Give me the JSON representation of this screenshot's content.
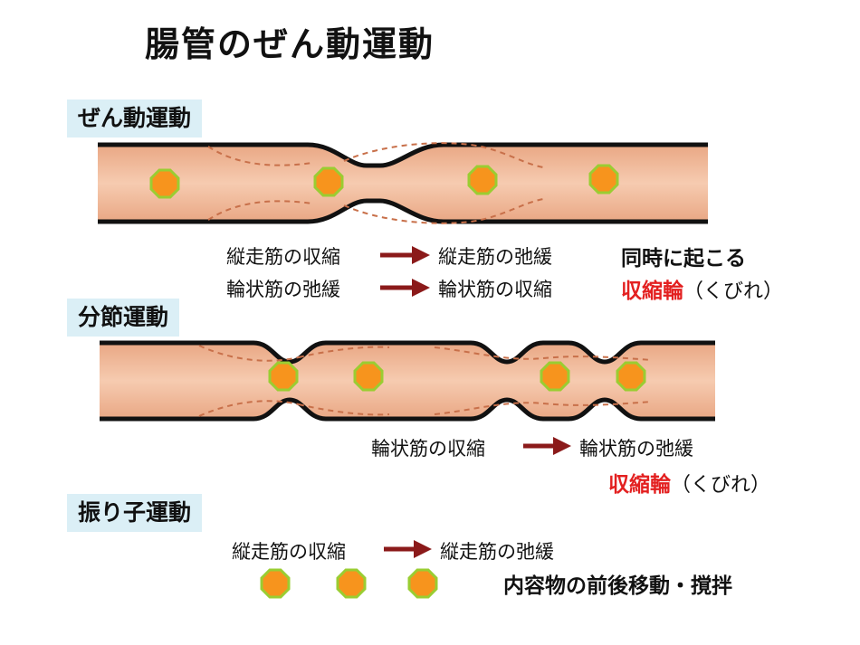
{
  "title": "腸管のぜん動運動",
  "sections": {
    "peristalsis": {
      "label": "ぜん動運動",
      "row1_from": "縦走筋の収縮",
      "row1_to": "縦走筋の弛緩",
      "row2_from": "輪状筋の弛緩",
      "row2_to": "輪状筋の収縮",
      "simultaneous": "同時に起こる",
      "ring": "収縮輪",
      "ring_note": "（くびれ）"
    },
    "segmentation": {
      "label": "分節運動",
      "row_from": "輪状筋の収縮",
      "row_to": "輪状筋の弛緩",
      "ring": "収縮輪",
      "ring_note": "（くびれ）"
    },
    "pendular": {
      "label": "振り子運動",
      "row_from": "縦走筋の収縮",
      "row_to": "縦走筋の弛緩",
      "result": "内容物の前後移動・撹拌"
    }
  },
  "colors": {
    "tube_fill": "#f3bd9a",
    "tube_wall": "#111111",
    "particle": "#f7941d",
    "particle_border": "#9acd32",
    "arrow": "#8b1a1a",
    "dashed": "#c8704a",
    "label_bg": "#dbeff6",
    "highlight": "#e32020"
  }
}
